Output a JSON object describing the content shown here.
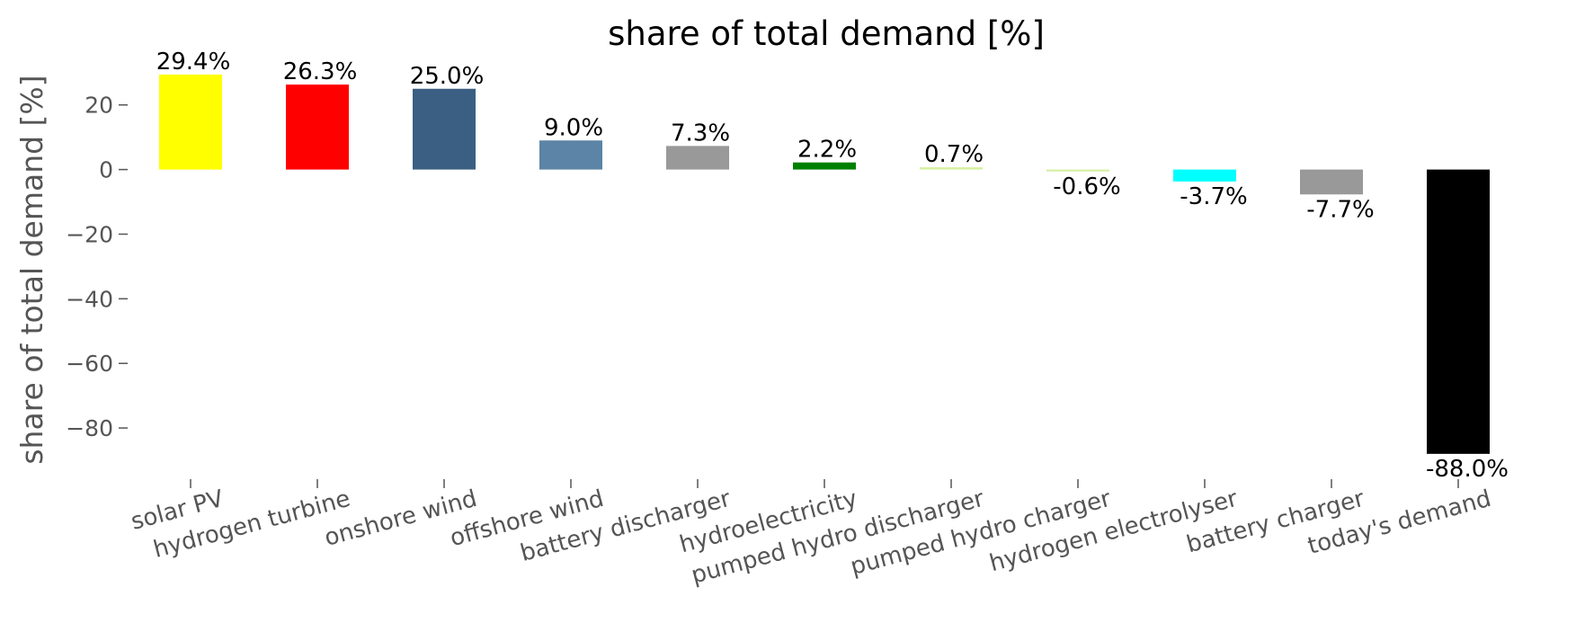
{
  "chart_data": {
    "type": "bar",
    "title": "share of total demand [%]",
    "xlabel": "",
    "ylabel": "share of total demand [%]",
    "ylim": [
      -95,
      33
    ],
    "yticks": [
      20,
      0,
      -20,
      -40,
      -60,
      -80
    ],
    "ytick_labels": [
      "20",
      "0",
      "−20",
      "−40",
      "−60",
      "−80"
    ],
    "grid": false,
    "legend": "none",
    "categories": [
      "solar PV",
      "hydrogen turbine",
      "onshore wind",
      "offshore wind",
      "battery discharger",
      "hydroelectricity",
      "pumped hydro discharger",
      "pumped hydro charger",
      "hydrogen electrolyser",
      "battery charger",
      "today's demand"
    ],
    "values": [
      29.4,
      26.3,
      25.0,
      9.0,
      7.3,
      2.2,
      0.7,
      -0.6,
      -3.7,
      -7.7,
      -88.0
    ],
    "data_labels": [
      "29.4%",
      "26.3%",
      "25.0%",
      "9.0%",
      "7.3%",
      "2.2%",
      "0.7%",
      "-0.6%",
      "-3.7%",
      "-7.7%",
      "-88.0%"
    ],
    "colors": [
      "#ffff00",
      "#ff0000",
      "#3a5f82",
      "#5b84a6",
      "#999999",
      "#008000",
      "#d5f0a0",
      "#d5f0a0",
      "#00ffff",
      "#999999",
      "#000000"
    ]
  }
}
